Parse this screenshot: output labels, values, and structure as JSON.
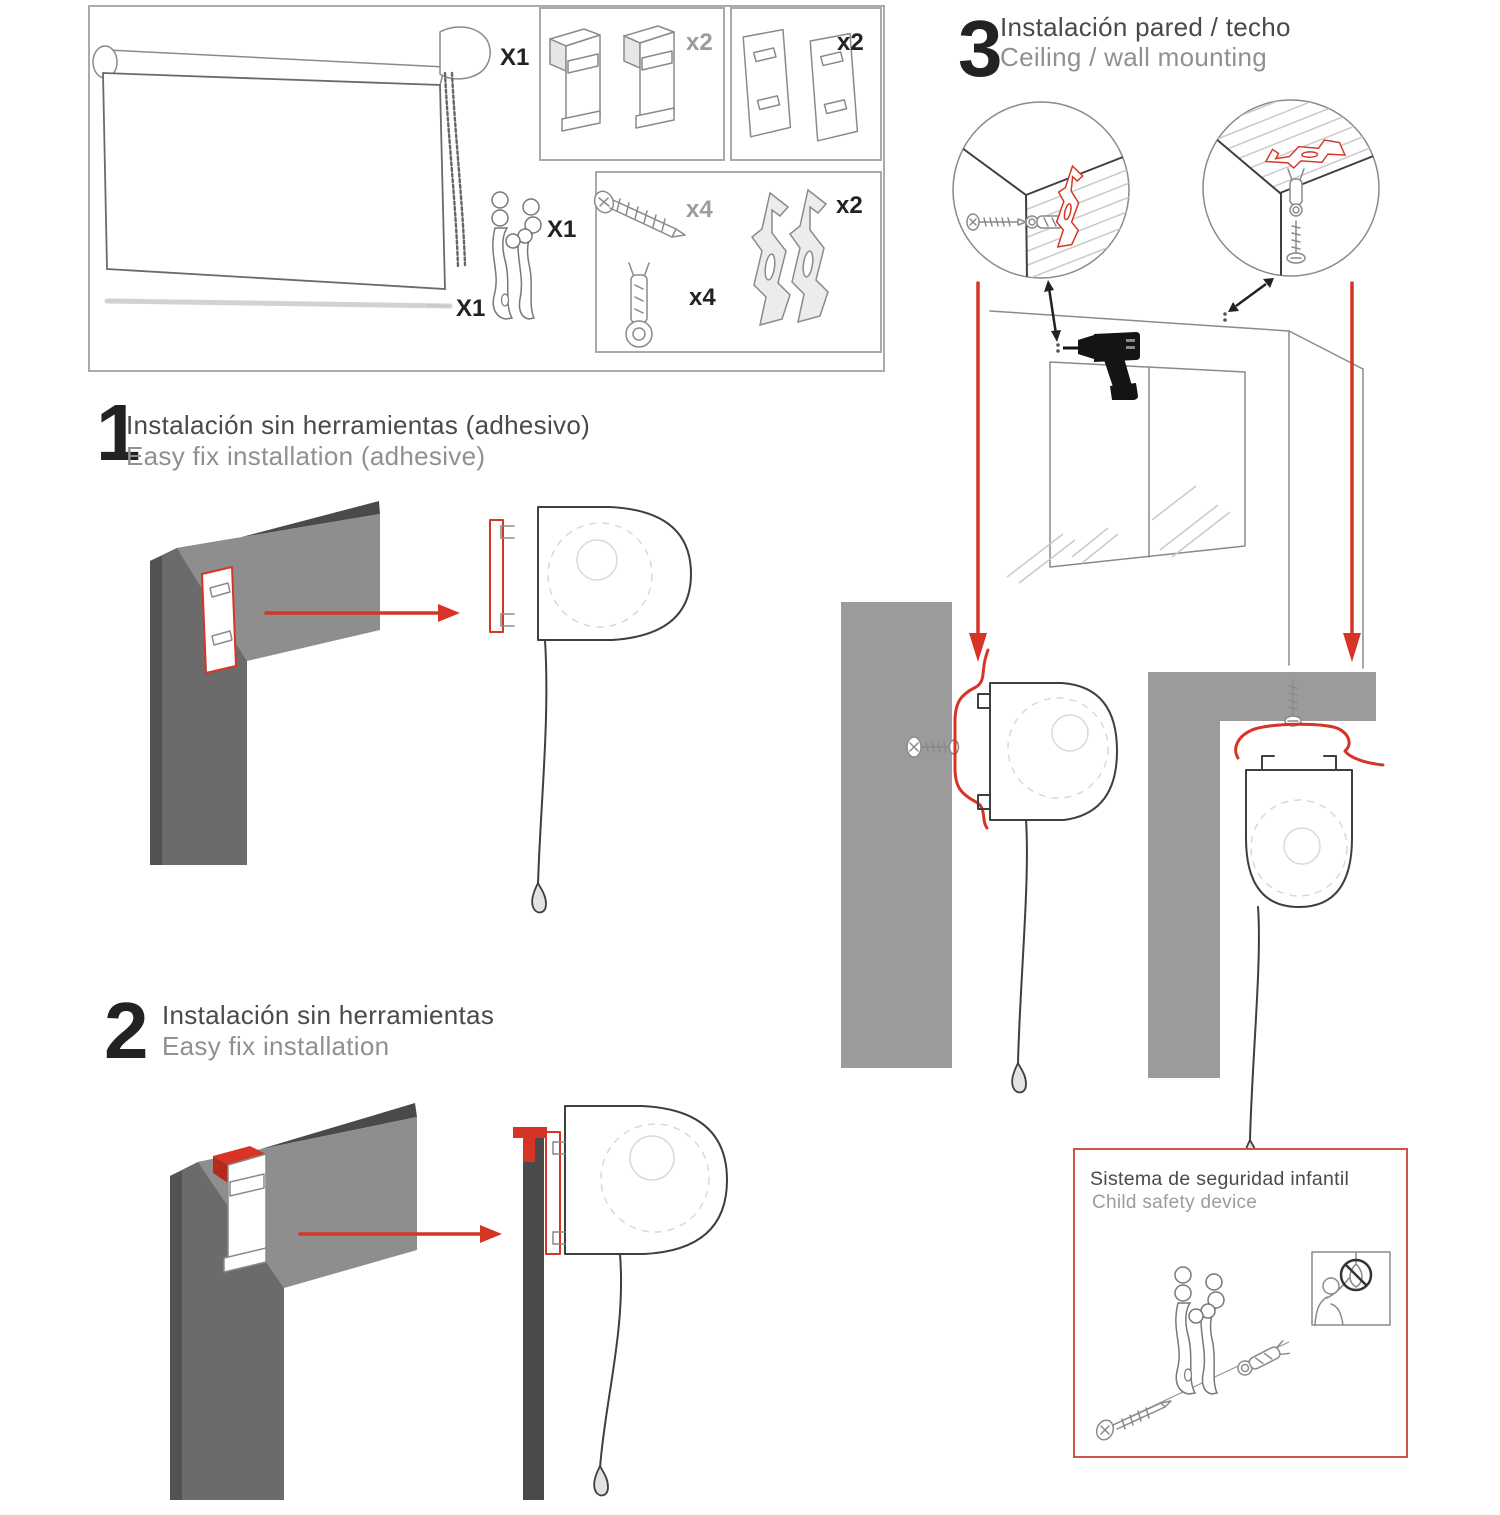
{
  "colors": {
    "accent_red": "#d63526",
    "safety_border": "#cb5548",
    "wall_gray": "#9b9b9b",
    "frame_gray": "#8e8e8e",
    "frame_dark": "#6b6b6b",
    "frame_edge": "#4a4a4a",
    "ink": "#3f3f3f",
    "sketch": "#8a8a8a",
    "light": "#d9d9d9",
    "label_dark": "#222222",
    "label_gray": "#9c9c9c",
    "text_dark": "#4a4a4a",
    "text_gray": "#909090"
  },
  "parts_box": {
    "blind_label": "X1",
    "safety_clip_label": "X1",
    "bottom_bar_label": "X1",
    "clamp_brackets_label": "x2",
    "adhesive_plates_label": "x2",
    "screws_label": "x4",
    "wall_plugs_label": "x4",
    "metal_brackets_label": "x2"
  },
  "steps": {
    "one": {
      "number": "1",
      "title_es": "Instalación sin herramientas (adhesivo)",
      "title_en": "Easy fix installation (adhesive)"
    },
    "two": {
      "number": "2",
      "title_es": "Instalación sin herramientas",
      "title_en": "Easy fix installation"
    },
    "three": {
      "number": "3",
      "title_es": "Instalación pared / techo",
      "title_en": "Ceiling / wall mounting"
    }
  },
  "child_safety": {
    "title_es": "Sistema de seguridad infantil",
    "title_en": "Child safety device"
  }
}
